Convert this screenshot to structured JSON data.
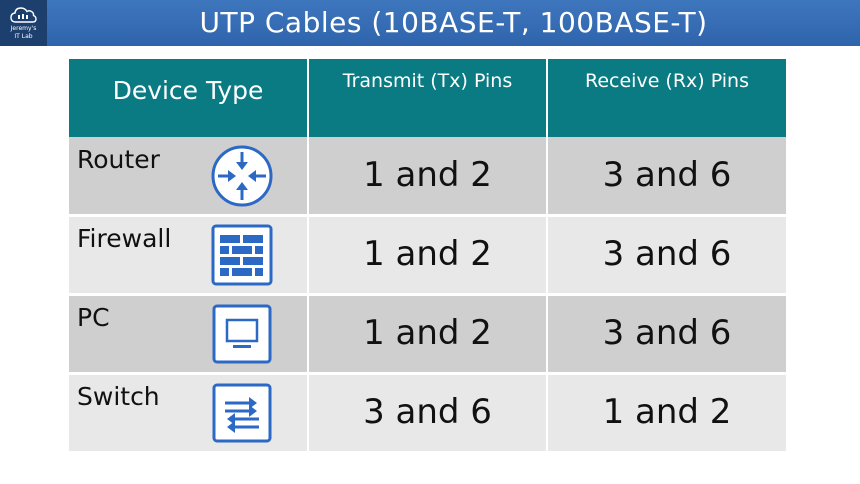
{
  "logo": {
    "line1": "Jeremy's",
    "line2": "IT Lab"
  },
  "title": "UTP Cables (10BASE-T, 100BASE-T)",
  "table": {
    "headers": [
      "Device Type",
      "Transmit (Tx) Pins",
      "Receive (Rx) Pins"
    ],
    "rows": [
      {
        "device": "Router",
        "icon": "router-icon",
        "tx": "1 and 2",
        "rx": "3 and 6"
      },
      {
        "device": "Firewall",
        "icon": "firewall-icon",
        "tx": "1 and 2",
        "rx": "3 and 6"
      },
      {
        "device": "PC",
        "icon": "pc-icon",
        "tx": "1 and 2",
        "rx": "3 and 6"
      },
      {
        "device": "Switch",
        "icon": "switch-icon",
        "tx": "3 and 6",
        "rx": "1 and 2"
      }
    ]
  },
  "colors": {
    "header_bar": "#2f64ac",
    "table_header": "#0a7b83",
    "row_dark": "#cfcfcf",
    "row_light": "#e8e8e8",
    "icon_blue": "#2b69c4"
  }
}
